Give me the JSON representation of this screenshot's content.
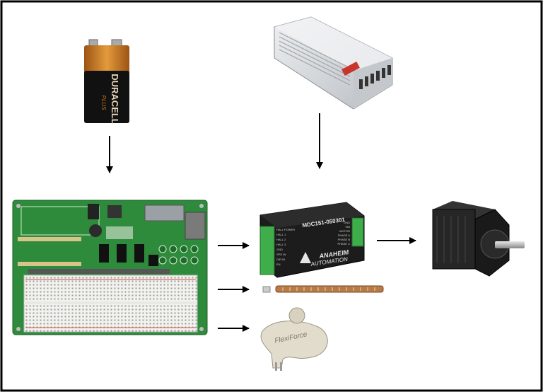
{
  "battery": {
    "brand": "DURACELL",
    "sub": "PLUS"
  },
  "driver": {
    "model": "MDC151-050301",
    "brand_line1": "ANAHEIM",
    "brand_line2": "AUTOMATION",
    "pin_labels_left": [
      "HALL POWER",
      "HALL 1",
      "HALL 2",
      "HALL 3",
      "GND",
      "SPD IN",
      "DIR IN",
      "EN"
    ],
    "pin_labels_right": [
      "GND",
      "VIN",
      "MOTOR",
      "PHASE A",
      "PHASE B",
      "PHASE C"
    ]
  },
  "force_sensor": {
    "print": "FlexiForce"
  },
  "colors": {
    "border": "#000000",
    "pcb": "#2e8b3c",
    "battery_copper": "#c2711f",
    "driver_body": "#1c1c1c",
    "driver_terminal": "#3fae4a",
    "psu": "#d8dbdf",
    "motor": "#222222",
    "shaft": "#b8b8b8"
  }
}
